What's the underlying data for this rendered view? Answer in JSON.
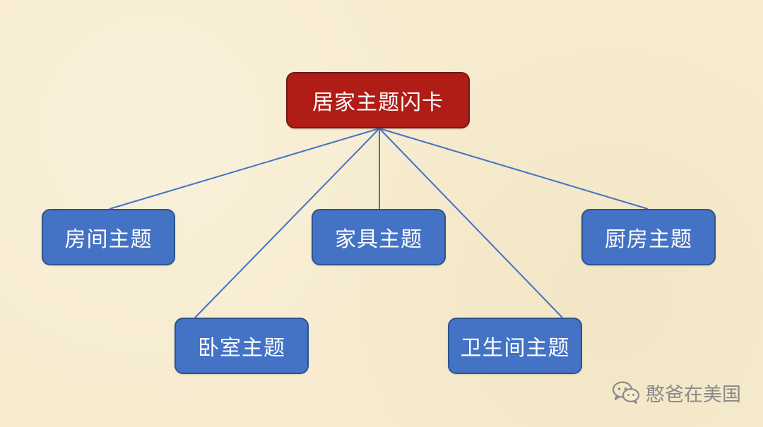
{
  "diagram": {
    "root": {
      "label": "居家主题闪卡"
    },
    "children": [
      {
        "id": "room",
        "label": "房间主题"
      },
      {
        "id": "furniture",
        "label": "家具主题"
      },
      {
        "id": "kitchen",
        "label": "厨房主题"
      },
      {
        "id": "bedroom",
        "label": "卧室主题"
      },
      {
        "id": "bathroom",
        "label": "卫生间主题"
      }
    ],
    "colors": {
      "root_fill": "#b01c16",
      "child_fill": "#4472c4",
      "connector": "#4472c4",
      "background": "#f7ecd0"
    }
  },
  "watermark": {
    "icon": "wechat-icon",
    "text": "憨爸在美国"
  }
}
